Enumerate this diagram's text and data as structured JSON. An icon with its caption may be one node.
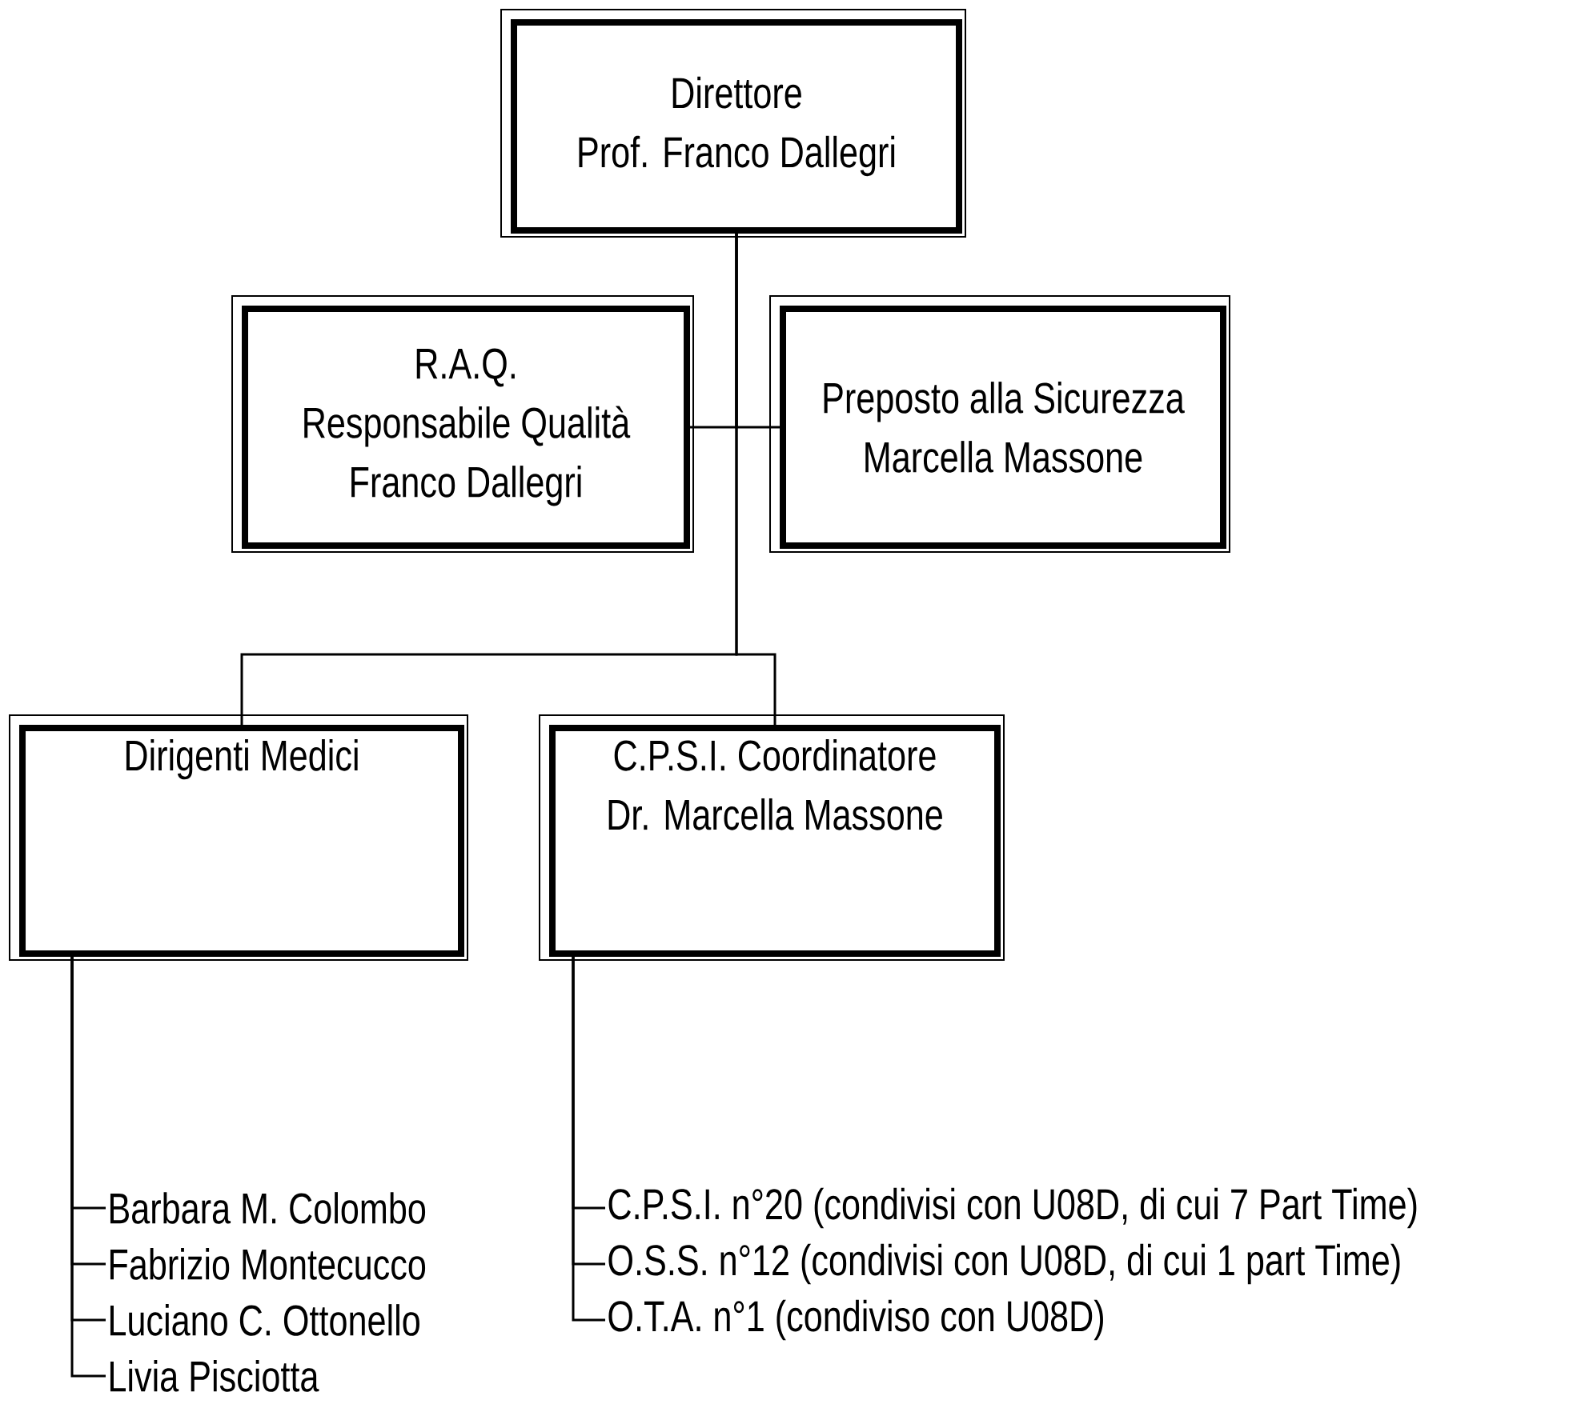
{
  "diagram": {
    "nodes": [
      {
        "text": [
          "Direttore",
          "Prof. Franco Dallegri"
        ]
      },
      {
        "text": [
          "R.A.Q.",
          "Responsabile Qualità",
          "Franco Dallegri"
        ]
      },
      {
        "text": [
          "Preposto alla Sicurezza",
          "Marcella Massone"
        ]
      },
      {
        "text": [
          "Dirigenti Medici"
        ]
      },
      {
        "text": [
          "C.P.S.I. Coordinatore",
          "Dr. Marcella Massone"
        ]
      },
      {
        "text": [
          "Barbara M. Colombo"
        ]
      },
      {
        "text": [
          "Fabrizio Montecucco"
        ]
      },
      {
        "text": [
          "Luciano C. Ottonello"
        ]
      },
      {
        "text": [
          "Livia Pisciotta"
        ]
      },
      {
        "text": [
          "C.P.S.I. n°20 (condivisi con U08D, di cui 7 Part Time)"
        ]
      },
      {
        "text": [
          "O.S.S. n°12 (condivisi con U08D, di cui 1 part Time)"
        ]
      },
      {
        "text": [
          "O.T.A. n°1 (condiviso con U08D)"
        ]
      }
    ],
    "edges": [
      {
        "from": 0,
        "to": 1,
        "arrow": "none"
      },
      {
        "from": 0,
        "to": 2,
        "arrow": "none"
      },
      {
        "from": 0,
        "to": 3,
        "arrow": "none"
      },
      {
        "from": 0,
        "to": 4,
        "arrow": "none"
      },
      {
        "from": 3,
        "to": 5,
        "arrow": "none"
      },
      {
        "from": 3,
        "to": 6,
        "arrow": "none"
      },
      {
        "from": 3,
        "to": 7,
        "arrow": "none"
      },
      {
        "from": 3,
        "to": 8,
        "arrow": "none"
      },
      {
        "from": 4,
        "to": 9,
        "arrow": "none"
      },
      {
        "from": 4,
        "to": 10,
        "arrow": "none"
      },
      {
        "from": 4,
        "to": 11,
        "arrow": "none"
      }
    ]
  }
}
